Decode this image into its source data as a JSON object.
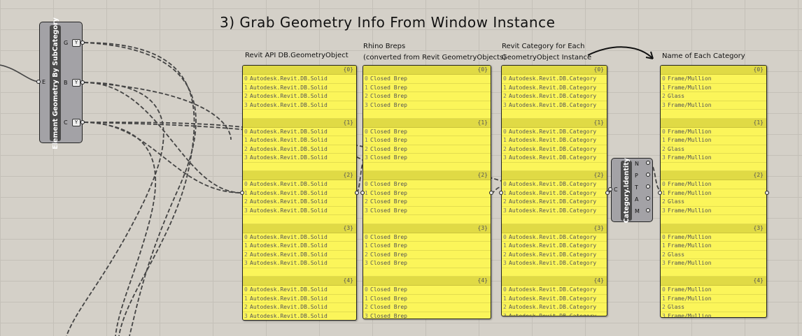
{
  "title": "3) Grab Geometry Info From Window Instance",
  "component_geometry": {
    "name": "Element Geometry By SubCategory",
    "input_port": "E",
    "output_ports": [
      "G",
      "B",
      "C"
    ],
    "output_flags": [
      "Y",
      "Y",
      "Y"
    ]
  },
  "component_category": {
    "name": "Category.Identity",
    "input_port": "C",
    "output_ports": [
      "N",
      "P",
      "T",
      "A",
      "M"
    ]
  },
  "panels": [
    {
      "label_lines": [
        "Revit API DB.GeometryObject"
      ],
      "branches": [
        {
          "path": "{0}",
          "items": [
            "Autodesk.Revit.DB.Solid",
            "Autodesk.Revit.DB.Solid",
            "Autodesk.Revit.DB.Solid",
            "Autodesk.Revit.DB.Solid"
          ]
        },
        {
          "path": "{1}",
          "items": [
            "Autodesk.Revit.DB.Solid",
            "Autodesk.Revit.DB.Solid",
            "Autodesk.Revit.DB.Solid",
            "Autodesk.Revit.DB.Solid"
          ]
        },
        {
          "path": "{2}",
          "items": [
            "Autodesk.Revit.DB.Solid",
            "Autodesk.Revit.DB.Solid",
            "Autodesk.Revit.DB.Solid",
            "Autodesk.Revit.DB.Solid"
          ]
        },
        {
          "path": "{3}",
          "items": [
            "Autodesk.Revit.DB.Solid",
            "Autodesk.Revit.DB.Solid",
            "Autodesk.Revit.DB.Solid",
            "Autodesk.Revit.DB.Solid"
          ]
        },
        {
          "path": "{4}",
          "items": [
            "Autodesk.Revit.DB.Solid",
            "Autodesk.Revit.DB.Solid",
            "Autodesk.Revit.DB.Solid",
            "Autodesk.Revit.DB.Solid"
          ]
        }
      ]
    },
    {
      "label_lines": [
        "Rhino Breps",
        "(converted from Revit GeometryObjects)"
      ],
      "branches": [
        {
          "path": "{0}",
          "items": [
            "Closed Brep",
            "Closed Brep",
            "Closed Brep",
            "Closed Brep"
          ]
        },
        {
          "path": "{1}",
          "items": [
            "Closed Brep",
            "Closed Brep",
            "Closed Brep",
            "Closed Brep"
          ]
        },
        {
          "path": "{2}",
          "items": [
            "Closed Brep",
            "Closed Brep",
            "Closed Brep",
            "Closed Brep"
          ]
        },
        {
          "path": "{3}",
          "items": [
            "Closed Brep",
            "Closed Brep",
            "Closed Brep",
            "Closed Brep"
          ]
        },
        {
          "path": "{4}",
          "items": [
            "Closed Brep",
            "Closed Brep",
            "Closed Brep",
            "Closed Brep"
          ]
        }
      ]
    },
    {
      "label_lines": [
        "Revit Category for Each",
        "GeometryObject Instance"
      ],
      "branches": [
        {
          "path": "{0}",
          "items": [
            "Autodesk.Revit.DB.Category",
            "Autodesk.Revit.DB.Category",
            "Autodesk.Revit.DB.Category",
            "Autodesk.Revit.DB.Category"
          ]
        },
        {
          "path": "{1}",
          "items": [
            "Autodesk.Revit.DB.Category",
            "Autodesk.Revit.DB.Category",
            "Autodesk.Revit.DB.Category",
            "Autodesk.Revit.DB.Category"
          ]
        },
        {
          "path": "{2}",
          "items": [
            "Autodesk.Revit.DB.Category",
            "Autodesk.Revit.DB.Category",
            "Autodesk.Revit.DB.Category",
            "Autodesk.Revit.DB.Category"
          ]
        },
        {
          "path": "{3}",
          "items": [
            "Autodesk.Revit.DB.Category",
            "Autodesk.Revit.DB.Category",
            "Autodesk.Revit.DB.Category",
            "Autodesk.Revit.DB.Category"
          ]
        },
        {
          "path": "{4}",
          "items": [
            "Autodesk.Revit.DB.Category",
            "Autodesk.Revit.DB.Category",
            "Autodesk.Revit.DB.Category",
            "Autodesk.Revit.DB.Category"
          ]
        }
      ]
    },
    {
      "label_lines": [
        "Name of Each Category"
      ],
      "branches": [
        {
          "path": "{0}",
          "items": [
            "Frame/Mullion",
            "Frame/Mullion",
            "Glass",
            "Frame/Mullion"
          ]
        },
        {
          "path": "{1}",
          "items": [
            "Frame/Mullion",
            "Frame/Mullion",
            "Glass",
            "Frame/Mullion"
          ]
        },
        {
          "path": "{2}",
          "items": [
            "Frame/Mullion",
            "Frame/Mullion",
            "Glass",
            "Frame/Mullion"
          ]
        },
        {
          "path": "{3}",
          "items": [
            "Frame/Mullion",
            "Frame/Mullion",
            "Glass",
            "Frame/Mullion"
          ]
        },
        {
          "path": "{4}",
          "items": [
            "Frame/Mullion",
            "Frame/Mullion",
            "Glass",
            "Frame/Mullion"
          ]
        }
      ]
    }
  ]
}
